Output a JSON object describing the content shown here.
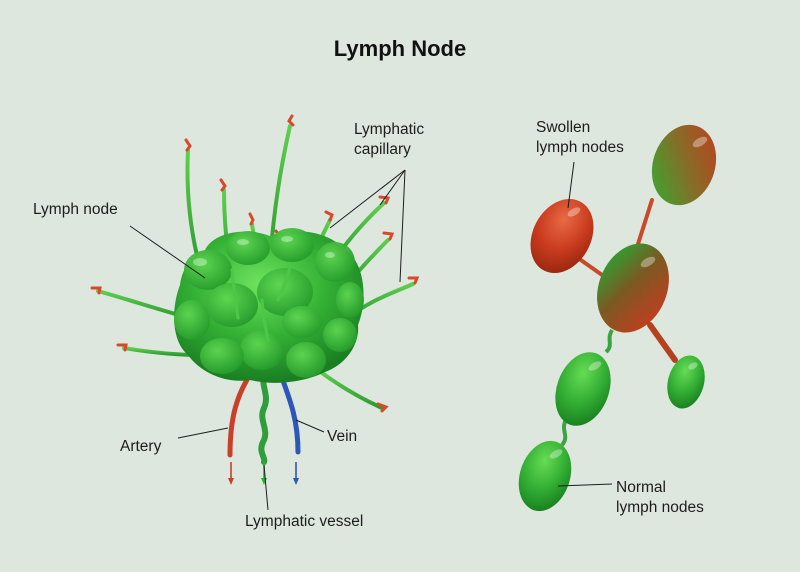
{
  "title": "Lymph Node",
  "labels": {
    "lymph_node": "Lymph node",
    "lymphatic_capillary": [
      "Lymphatic",
      "capillary"
    ],
    "artery": "Artery",
    "vein": "Vein",
    "lymphatic_vessel": "Lymphatic vessel",
    "swollen_nodes": [
      "Swollen",
      "lymph nodes"
    ],
    "normal_nodes": [
      "Normal",
      "lymph nodes"
    ]
  },
  "colors": {
    "background": "#dde7de",
    "node_green": "#3fbf3f",
    "node_dark_green": "#1f8a24",
    "swollen_red": "#c53a1e",
    "artery_red": "#c9402a",
    "vein_blue": "#2e55b8",
    "vessel_green": "#2f9e3a"
  }
}
